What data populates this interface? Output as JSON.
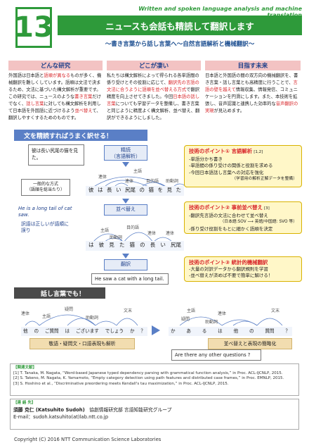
{
  "header": {
    "number": "13",
    "english_title": "Written and spoken language analysis and machine translation",
    "title": "ニュースも会話も精読して翻訳します",
    "subtitle": "〜書き言葉から話し言葉へ〜自然言語解析と機械翻訳〜"
  },
  "sections": {
    "what": {
      "heading": "どんな研究",
      "p1": "外国語は日本語と",
      "p1_red": "語順が異なる",
      "p2": "ものが多く、機械翻訳を難しくしています。語順は文法で決まるため、文法に基づいた構文解析が重要です。この研究では、ニュースのような",
      "p2_red": "書き言葉",
      "p3": "だけでなく、",
      "p3_red": "話し言葉",
      "p4": "に対しても構文解析を利用して日本語を外国語に近づけるよう",
      "p4_red": "並べ替え",
      "p5": "て、翻訳しやすくするためのものです。"
    },
    "where": {
      "heading": "どこが凄い",
      "p1": "私たちは構文解析によって得られる各単語間の係り受けとその役割に応じて、",
      "p1_red": "翻訳先の言語の文法に合うように語順を並べ替える方式",
      "p2": "で翻訳精度を向上させてきました。今回",
      "p2_red": "日本語の話し言葉",
      "p3": "についても学習データを整備し、書き言葉と同じように精度よく構文解析、並べ替え、翻訳ができるようにしました。"
    },
    "future": {
      "heading": "目指す未来",
      "p1": "日本語と外国語の間の双方向の機械翻訳を、書き言葉・話し言葉とも高精度に行うことで、",
      "p1_red": "言語の壁を越えて",
      "p2": "情報収集、情報発信、コミュニケーションを円滑にします。また、本技術を拡張し、音声認識と連携した効率的な",
      "p2_red": "音声翻訳の実現",
      "p3": "が見込めます。"
    }
  },
  "diagram": {
    "bar1": "文を精読すればうまく訳せる！",
    "input_sentence": "彼は長い尻尾の猫を見た。",
    "proc_parse": "精読\n（言語解析）",
    "proc_reorder": "並べ替え",
    "proc_translate": "翻訳",
    "generic_label": "一般的な方式\n（語順を総当たり）",
    "english_wrong": "He is a long tail of cat saw.",
    "wrong_note": "訳語は正しいが語順に誤り",
    "output_sentence": "He saw a cat with a long tail.",
    "tree1": {
      "labels": [
        "主語",
        "連体",
        "連体",
        "目的語",
        "助動詞"
      ],
      "words": [
        "彼",
        "は",
        "長",
        "い",
        "尻尾",
        "の",
        "猫",
        "を",
        "見",
        "た"
      ]
    },
    "tree2": {
      "labels": [
        "主語",
        "目的語",
        "連体",
        "連体",
        "助動詞"
      ],
      "words": [
        "は",
        "彼",
        "見",
        "た",
        "猫",
        "の",
        "長",
        "い",
        "尻尾"
      ]
    },
    "tech1": {
      "title": "技術のポイント① 言語解析",
      "ref": "[1,2]",
      "items": [
        "-単語分かち書き",
        "-単語間の係り受けの関係と役割を求める",
        "-今回日本語話し言葉への対応を強化"
      ],
      "note": "（学習用の解析正解データを整備）"
    },
    "tech2": {
      "title": "技術のポイント② 事前並べ替え",
      "ref": "[3]",
      "items": [
        "-翻訳先言語の文法に合わせて並べ替え",
        "（日本語:SOV ⟶ 英語/中国語: SVO 等）",
        "-係り受け役割をもとに細かく語順を決定"
      ]
    },
    "tech3": {
      "title": "技術のポイント③ 統計的機械翻訳",
      "items": [
        "-大量の対訳データから翻訳規則を学習",
        "-並べ替えが済めば不要で簡単に解ける！"
      ]
    },
    "bar2": "話し言葉でも！",
    "spoken_left_labels": [
      "連体",
      "主語",
      "疑問",
      "助動詞",
      "文末"
    ],
    "spoken_left_words": [
      "他",
      "の",
      "ご質問",
      "は",
      "ございます",
      "でしょう",
      "か",
      "？"
    ],
    "spoken_right_labels": [
      "連体",
      "主語",
      "疑問",
      "助動詞",
      "文末"
    ],
    "spoken_right_words": [
      "か",
      "あ",
      "る",
      "は",
      "他",
      "の",
      "質問",
      "？"
    ],
    "tan_left": "敬語・疑問文・口語表現も解析",
    "tan_right": "並べ替えと表現の簡略化",
    "spoken_output": "Are there any other questions ?"
  },
  "references": {
    "heading": "【関連文献】",
    "items": [
      "[1] T. Tanaka, M. Nagata, “Word-based Japanese typed dependency parsing with grammatical function analysis,” in Proc. ACL-IJCNLP, 2015.",
      "[2] S. Takeno, M. Nagata, K. Yamamoto, “Empty category detection using path features and distributed case frames,” in Proc. EMNLP, 2015.",
      "[3] S. Hoshino et al., “Discriminative preordering meets Kendall's tau maximization,” in Proc. ACL-IJCNLP, 2015."
    ]
  },
  "contact": {
    "heading": "【連 絡 先】",
    "name": "須藤 克仁 (Katsuhito Sudoh)",
    "group": "協創情報研究部 言語知能研究グループ",
    "email": "E-mail：sudoh.katsuhito(at)lab.ntt.co.jp"
  },
  "footer": {
    "copyright": "Copyright (C) 2016 NTT Communication Science Laboratories"
  },
  "colors": {
    "accent_green": "#2e9a3a",
    "accent_red": "#d8262a",
    "accent_blue": "#5a7fc6",
    "heading_pink": "#f3c3c3"
  }
}
